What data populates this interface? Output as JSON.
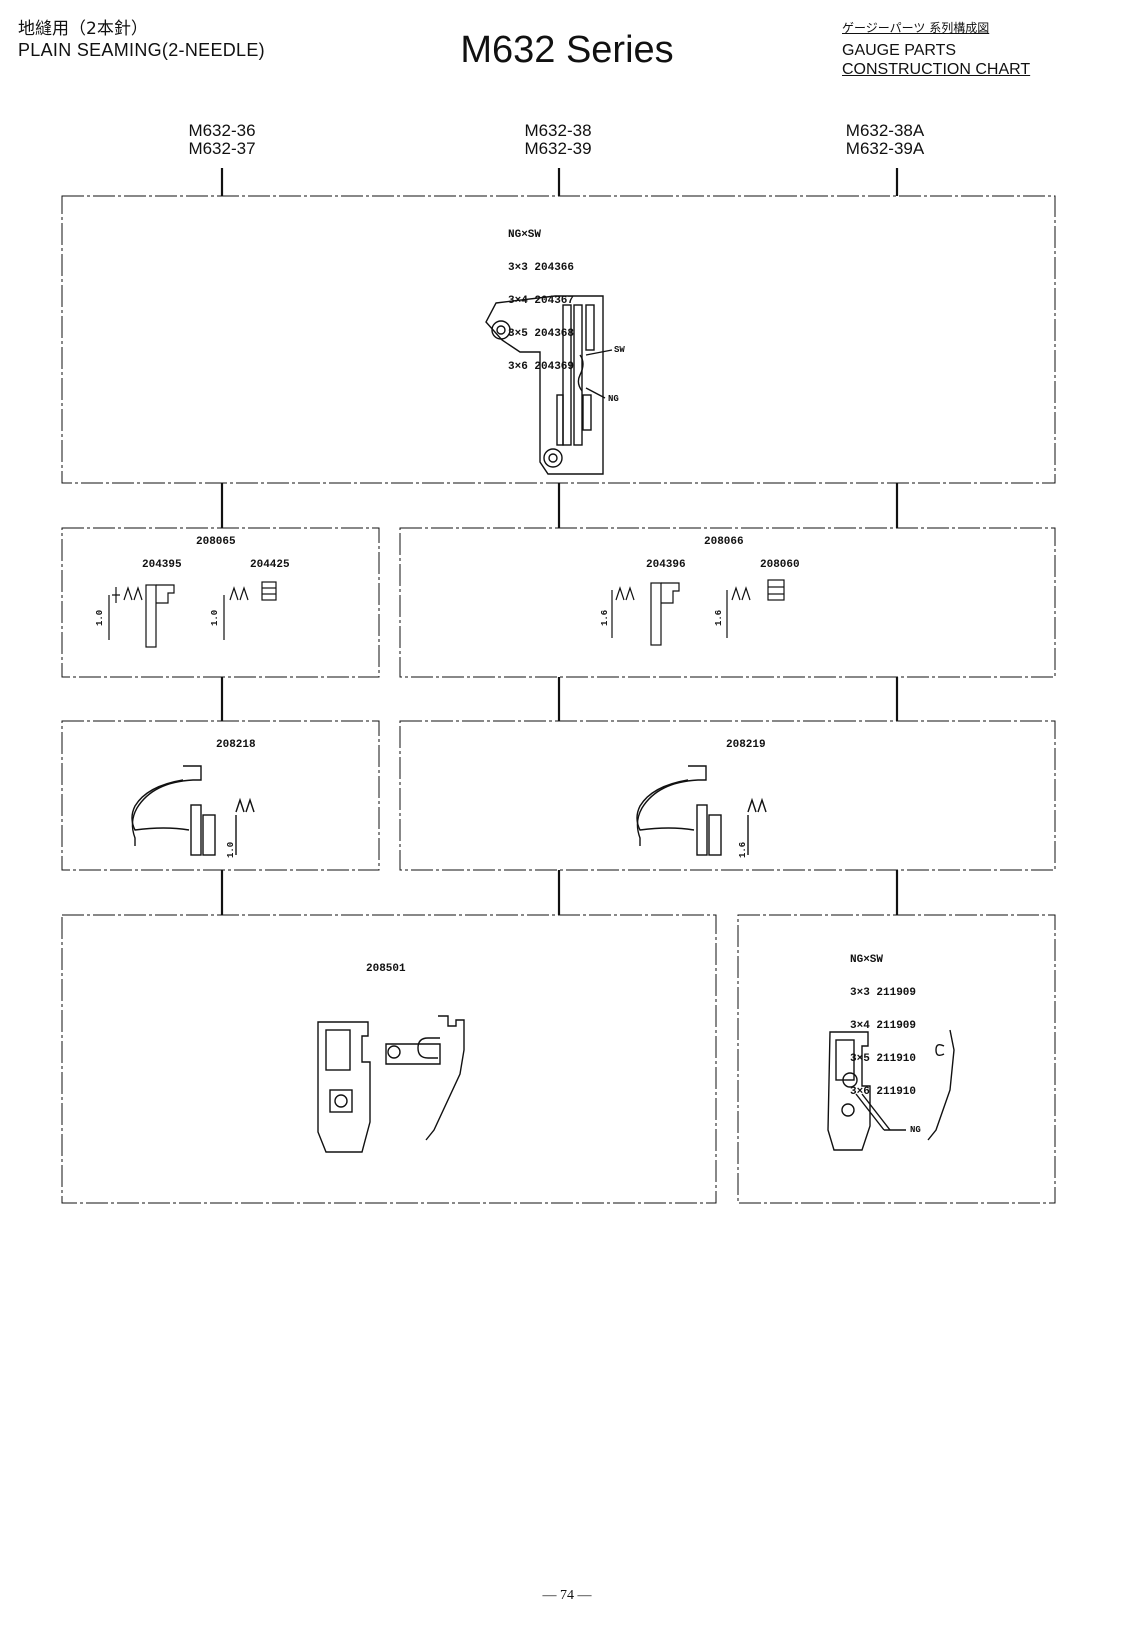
{
  "header": {
    "category_jp": "地縫用（2本針）",
    "category_en": "PLAIN SEAMING(2-NEEDLE)",
    "series": "M632 Series",
    "chart_title_jp": "ゲージーパーツ 系列構成図",
    "chart_title_en_1": "GAUGE PARTS",
    "chart_title_en_2": "CONSTRUCTION CHART"
  },
  "models": [
    {
      "line1": "M632-36",
      "line2": "M632-37"
    },
    {
      "line1": "M632-38",
      "line2": "M632-39"
    },
    {
      "line1": "M632-38A",
      "line2": "M632-39A"
    }
  ],
  "needle_plate": {
    "table_header": "NG×SW",
    "rows": [
      "3×3 204366",
      "3×4 204367",
      "3×5 204368",
      "3×6 204369"
    ],
    "callout_sw": "SW",
    "callout_ng": "NG"
  },
  "feed_dogs": [
    {
      "set": "208065",
      "main": "204395",
      "diff": "204425",
      "gauge_a": "1.0",
      "gauge_b": "1.0"
    },
    {
      "set": "208066",
      "main": "204396",
      "diff": "208060",
      "gauge_a": "1.6",
      "gauge_b": "1.6"
    }
  ],
  "loopers": [
    {
      "part": "208218",
      "gauge": "1.0"
    },
    {
      "part": "208219",
      "gauge": "1.6"
    }
  ],
  "presser_foot_a": {
    "part": "208501"
  },
  "presser_foot_b": {
    "table_header": "NG×SW",
    "rows": [
      "3×3 211909",
      "3×4 211909",
      "3×5 211910",
      "3×6 211910"
    ],
    "callout_ng": "NG"
  },
  "page_number": "— 74 —"
}
